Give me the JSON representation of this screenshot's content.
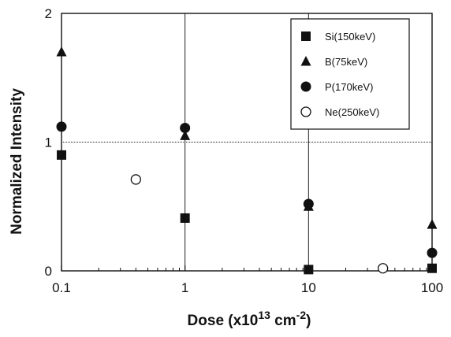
{
  "chart_data": {
    "type": "scatter",
    "title": "",
    "xlabel": {
      "main": "Dose (x10",
      "sup1": "13",
      "mid": " cm",
      "sup2": "-2",
      "end": ")"
    },
    "ylabel": "Normalized Intensity",
    "xscale": "log",
    "xlim": [
      0.1,
      100
    ],
    "ylim": [
      0,
      2
    ],
    "x_ticks": [
      {
        "value": 0.1,
        "label": "0.1"
      },
      {
        "value": 1,
        "label": "1"
      },
      {
        "value": 10,
        "label": "10"
      },
      {
        "value": 100,
        "label": "100"
      }
    ],
    "y_ticks": [
      {
        "value": 0,
        "label": "0"
      },
      {
        "value": 1,
        "label": "1"
      },
      {
        "value": 2,
        "label": "2"
      }
    ],
    "grid": true,
    "legend_position": "top-right",
    "series": [
      {
        "name": "Si(150keV)",
        "marker": "square-filled",
        "points": [
          [
            0.1,
            0.9
          ],
          [
            1,
            0.41
          ],
          [
            10,
            0.01
          ],
          [
            100,
            0.02
          ]
        ]
      },
      {
        "name": "B(75keV)",
        "marker": "triangle-filled",
        "points": [
          [
            0.1,
            1.7
          ],
          [
            1,
            1.05
          ],
          [
            10,
            0.5
          ],
          [
            100,
            0.36
          ]
        ]
      },
      {
        "name": "P(170keV)",
        "marker": "circle-filled",
        "points": [
          [
            0.1,
            1.12
          ],
          [
            1,
            1.11
          ],
          [
            10,
            0.52
          ],
          [
            100,
            0.14
          ]
        ]
      },
      {
        "name": "Ne(250keV)",
        "marker": "circle-open",
        "points": [
          [
            0.4,
            0.71
          ],
          [
            40,
            0.02
          ]
        ]
      }
    ]
  }
}
